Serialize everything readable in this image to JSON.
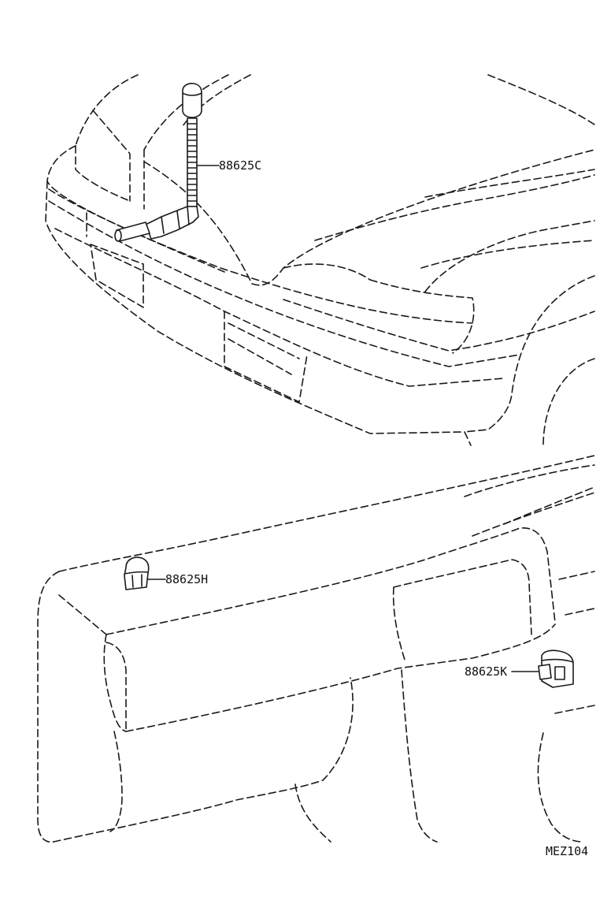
{
  "labels": {
    "sensor_top": "88625C",
    "sensor_mid": "88625H",
    "sensor_right": "88625K"
  },
  "figure_code": "MEZ104",
  "colors": {
    "line": "#1a1a1a",
    "background": "#ffffff"
  }
}
